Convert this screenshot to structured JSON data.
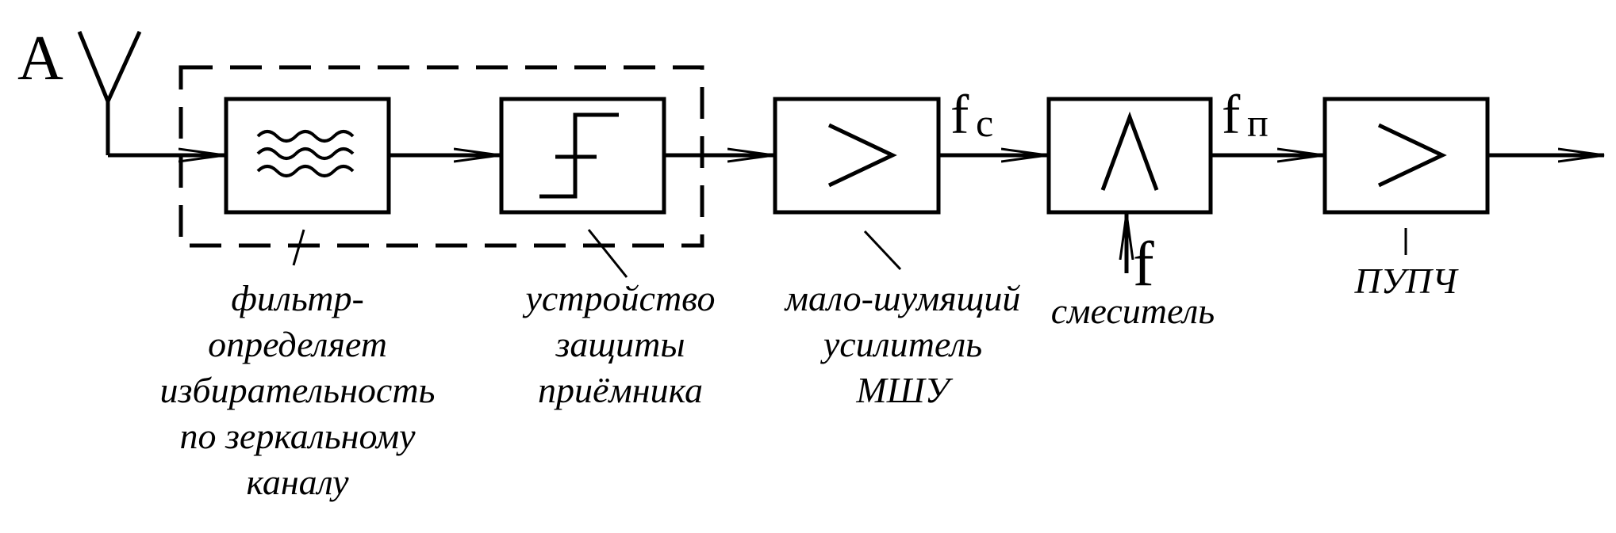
{
  "antenna": {
    "label": "A"
  },
  "signals": {
    "fc": {
      "main": "f",
      "sub": "c"
    },
    "fp": {
      "main": "f",
      "sub": "п"
    },
    "fl": {
      "main": "f"
    }
  },
  "blocks": {
    "filter": {
      "icon": "waves-icon",
      "caption": [
        "фильтр-",
        "определяет",
        "избирательность",
        "по зеркальному",
        "каналу"
      ]
    },
    "protection": {
      "icon": "limiter-step-icon",
      "caption": [
        "устройство",
        "защиты",
        "приёмника"
      ]
    },
    "lna": {
      "icon": "amplifier-triangle-icon",
      "caption": [
        "мало-шумящий",
        "усилитель",
        "МШУ"
      ]
    },
    "mixer": {
      "icon": "mixer-caret-icon",
      "caption": [
        "смеситель"
      ]
    },
    "ifamp": {
      "icon": "amplifier-triangle-icon",
      "caption": [
        "ПУПЧ"
      ]
    }
  }
}
